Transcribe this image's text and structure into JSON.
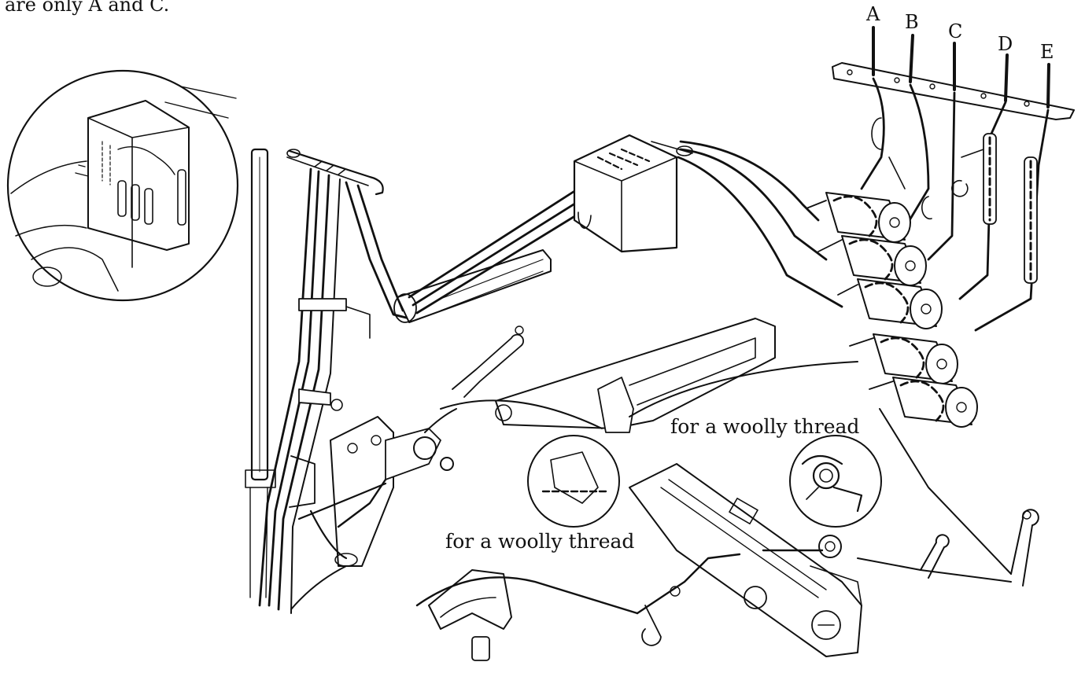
{
  "caption": "are only A and C.",
  "pins": [
    "A",
    "B",
    "C",
    "D",
    "E"
  ],
  "notes": {
    "woolly_upper": "for a woolly thread",
    "woolly_lower": "for a woolly thread"
  }
}
